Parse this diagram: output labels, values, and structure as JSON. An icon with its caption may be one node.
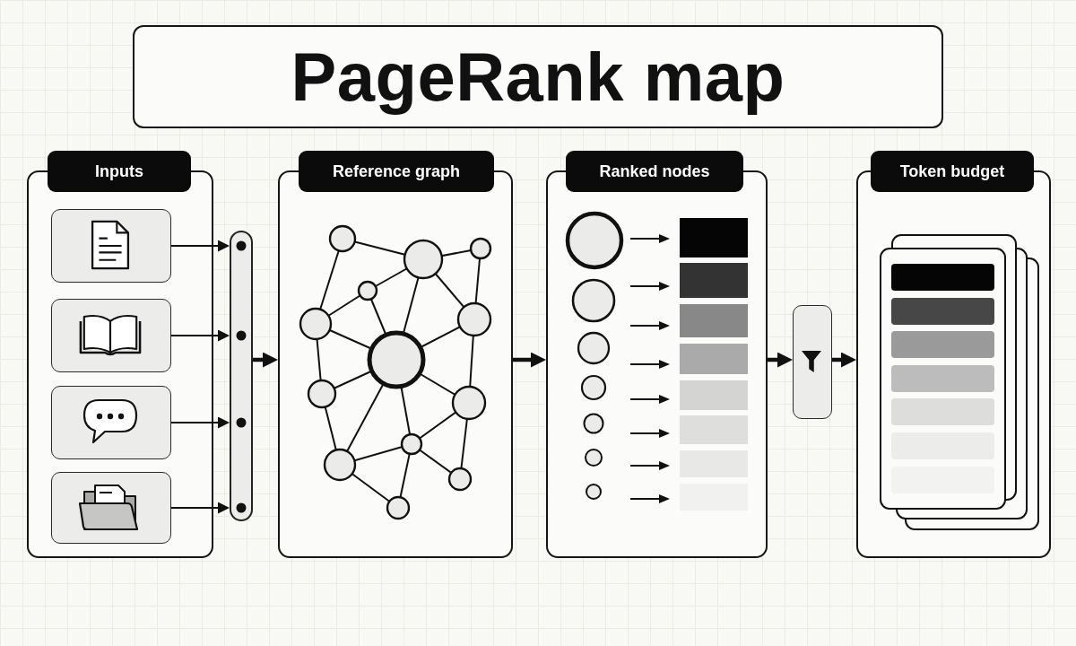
{
  "diagram": {
    "title": "PageRank map",
    "nodes": [
      {
        "text": [
          "Inputs"
        ]
      },
      {
        "text": [],
        "shape": "box",
        "in": 0
      },
      {
        "text": [],
        "shape": "box",
        "in": 0
      },
      {
        "text": [],
        "shape": "box",
        "in": 0
      },
      {
        "text": [],
        "shape": "box",
        "in": 0
      },
      {
        "text": [],
        "shape": "bar"
      },
      {
        "text": [
          "Reference graph"
        ]
      },
      {
        "text": [
          "Ranked nodes"
        ]
      },
      {
        "text": [],
        "shape": "box"
      },
      {
        "text": [
          "Token budget"
        ]
      }
    ],
    "edges": [
      {
        "from": 1,
        "to": 5,
        "arrow": "to"
      },
      {
        "from": 2,
        "to": 5,
        "arrow": "to"
      },
      {
        "from": 3,
        "to": 5,
        "arrow": "to"
      },
      {
        "from": 4,
        "to": 5,
        "arrow": "to"
      },
      {
        "from": 5,
        "to": 6,
        "arrow": "to",
        "style": "thick"
      },
      {
        "from": 6,
        "to": 7,
        "arrow": "to",
        "style": "thick"
      },
      {
        "from": 7,
        "to": 8,
        "arrow": "to",
        "style": "thick"
      },
      {
        "from": 8,
        "to": 9,
        "arrow": "to",
        "style": "thick"
      }
    ]
  }
}
